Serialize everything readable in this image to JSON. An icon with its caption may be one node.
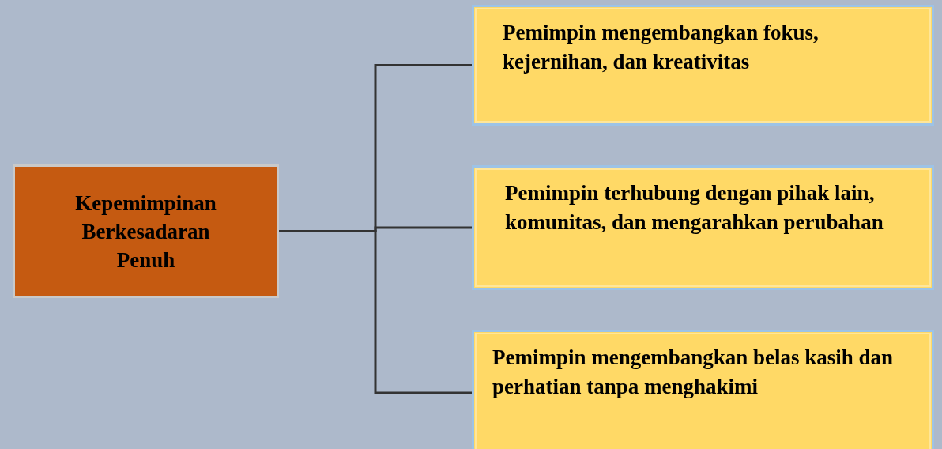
{
  "diagram": {
    "nodes": [
      {
        "text": [
          "Kepemimpinan Berkesadaran Penuh"
        ]
      },
      {
        "text": [
          "Pemimpin mengembangkan fokus, kejernihan, dan kreativitas"
        ]
      },
      {
        "text": [
          "Pemimpin terhubung dengan pihak lain, komunitas, dan mengarahkan perubahan"
        ]
      },
      {
        "text": [
          "Pemimpin mengembangkan belas kasih dan perhatian tanpa menghakimi"
        ]
      }
    ],
    "edges": [
      {
        "from": 0,
        "to": 1,
        "arrow": "none"
      },
      {
        "from": 0,
        "to": 2,
        "arrow": "none"
      },
      {
        "from": 0,
        "to": 3,
        "arrow": "none"
      }
    ]
  }
}
